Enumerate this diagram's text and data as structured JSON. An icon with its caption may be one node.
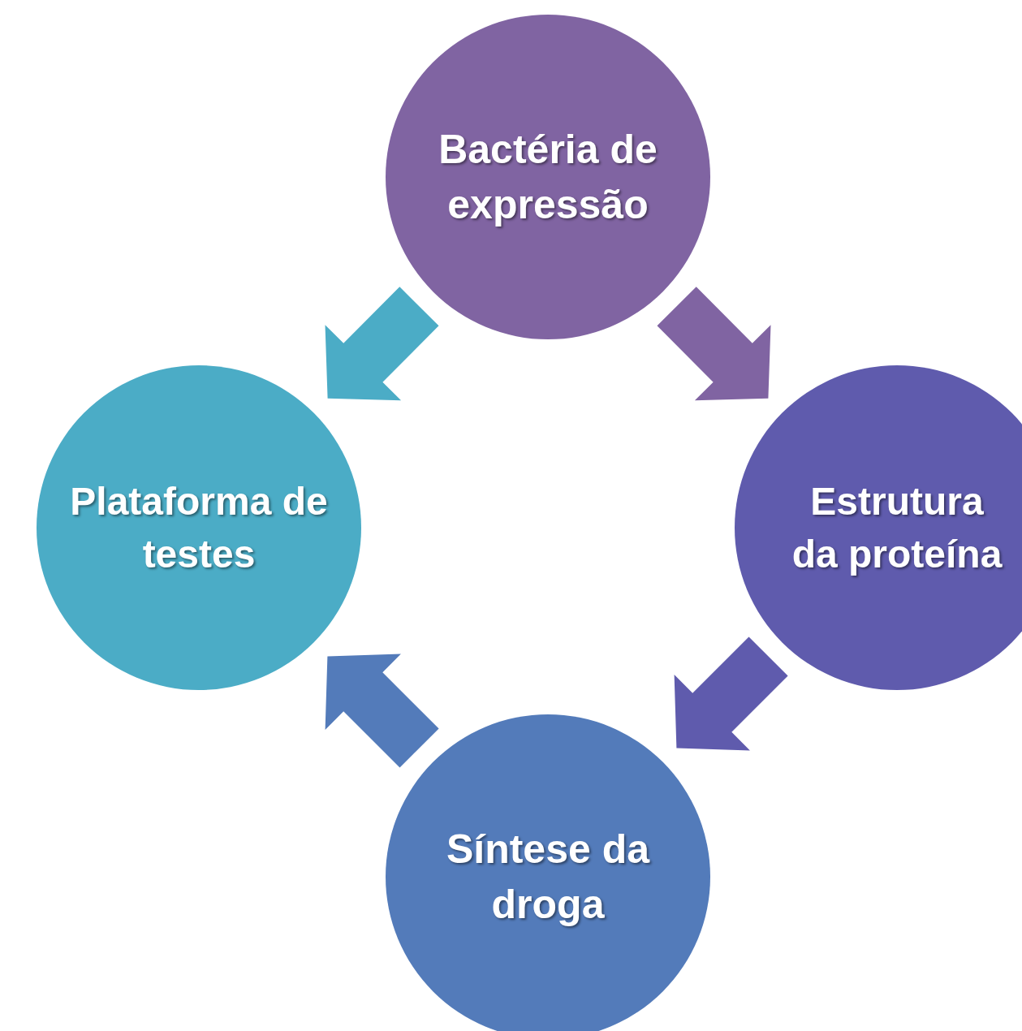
{
  "diagram": {
    "nodes": [
      {
        "text": [
          "Bactéria de expressão"
        ]
      },
      {
        "text": [
          "Estrutura da proteína"
        ]
      },
      {
        "text": [
          "Síntese da droga"
        ]
      },
      {
        "text": [
          "Plataforma de testes"
        ]
      }
    ],
    "edges": [
      {
        "from": 0,
        "to": 1,
        "arrow": "to",
        "color": "#8064a2"
      },
      {
        "from": 1,
        "to": 2,
        "arrow": "to",
        "color": "#5f5bad"
      },
      {
        "from": 2,
        "to": 3,
        "arrow": "to",
        "color": "#537bba"
      },
      {
        "from": 0,
        "to": 3,
        "arrow": "to",
        "color": "#4bacc6"
      }
    ]
  }
}
